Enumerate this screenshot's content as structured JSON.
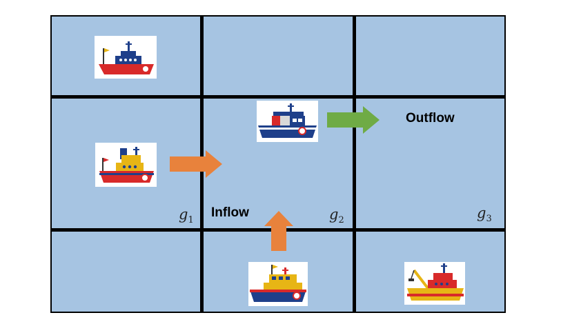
{
  "diagram": {
    "grid": {
      "rows": 3,
      "cols": 3,
      "cell_color": "#a6c4e2",
      "line_color": "#000000"
    },
    "labels": {
      "outflow": "Outflow",
      "inflow": "Inflow"
    },
    "cell_labels": [
      {
        "base": "g",
        "sub": "1"
      },
      {
        "base": "g",
        "sub": "2"
      },
      {
        "base": "g",
        "sub": "3"
      }
    ],
    "arrows": [
      {
        "name": "inflow-arrow-right",
        "color": "#e8823c",
        "direction": "right"
      },
      {
        "name": "inflow-arrow-up",
        "color": "#e8823c",
        "direction": "up"
      },
      {
        "name": "outflow-arrow-right",
        "color": "#6fab45",
        "direction": "right"
      }
    ],
    "ships": [
      {
        "name": "ship-top-left",
        "style": "tugboat-red-hull"
      },
      {
        "name": "ship-middle-left",
        "style": "tugboat-yellow-cabin"
      },
      {
        "name": "ship-center",
        "style": "boat-blue-hull"
      },
      {
        "name": "ship-bottom-center",
        "style": "tugboat-blue-hull"
      },
      {
        "name": "ship-bottom-right",
        "style": "crane-boat"
      }
    ]
  }
}
